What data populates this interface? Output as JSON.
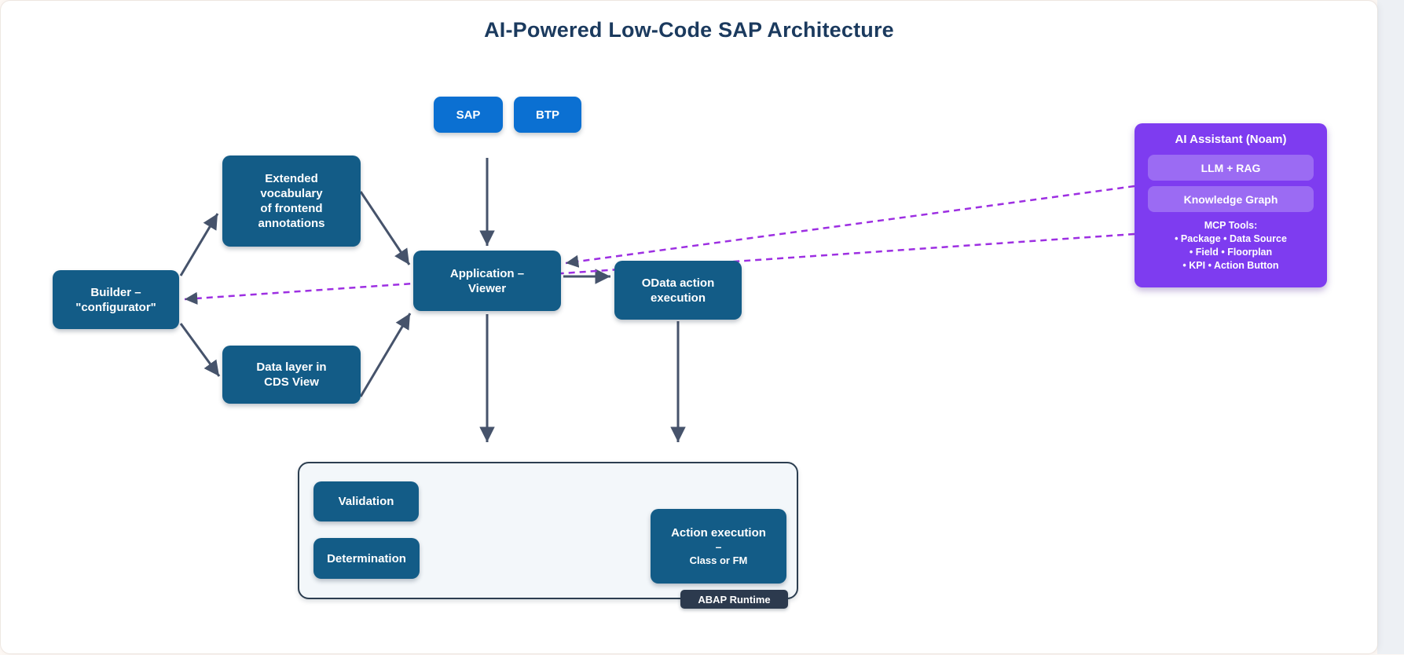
{
  "page": {
    "title": "AI-Powered Low-Code SAP Architecture"
  },
  "colors": {
    "node_blue": "#135c87",
    "chip_blue": "#0b70d2",
    "ai_panel_purple": "#7e3cf0",
    "ai_chip_purple": "#9b6bf3",
    "dashed_connector_purple": "#9d2fe2",
    "arrow_slate": "#46536b",
    "runtime_container_bg": "#f3f7fa",
    "runtime_container_border": "#2c3e50",
    "abap_badge_bg": "#2c3a4e",
    "title_navy": "#1b3a5e"
  },
  "nodes": {
    "sap": {
      "label": "SAP"
    },
    "btp": {
      "label": "BTP"
    },
    "extended_vocabulary": {
      "lines": [
        "Extended",
        "vocabulary",
        "of frontend",
        "annotations"
      ]
    },
    "builder": {
      "lines": [
        "Builder –",
        "\"configurator\""
      ]
    },
    "data_layer": {
      "lines": [
        "Data layer in",
        "CDS View"
      ]
    },
    "application_viewer": {
      "lines": [
        "Application –",
        "Viewer"
      ]
    },
    "odata_action": {
      "lines": [
        "OData action",
        "execution"
      ]
    },
    "validation": {
      "label": "Validation"
    },
    "determination": {
      "label": "Determination"
    },
    "action_execution": {
      "lines": [
        "Action execution",
        "–",
        "Class or FM"
      ]
    },
    "abap_runtime": {
      "label": "ABAP Runtime"
    }
  },
  "ai_panel": {
    "title": "AI Assistant (Noam)",
    "items": [
      "LLM + RAG",
      "Knowledge Graph"
    ],
    "mcp": {
      "heading": "MCP Tools:",
      "lines": [
        "• Package • Data Source",
        "• Field • Floorplan",
        "• KPI • Action Button"
      ]
    }
  }
}
